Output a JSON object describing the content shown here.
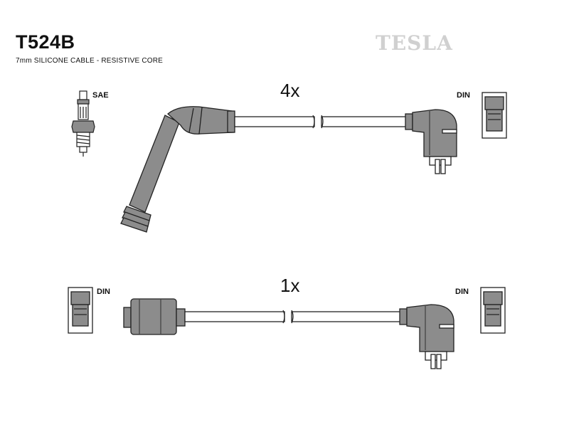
{
  "header": {
    "part_code": "T524B",
    "cable_spec": "7mm SILICONE CABLE - RESISTIVE CORE",
    "brand": "TESLA"
  },
  "lead_set_1": {
    "quantity": "4x",
    "end_a": {
      "label": "SAE",
      "connector": "spark-plug-boot"
    },
    "end_b": {
      "label": "DIN",
      "connector": "angled-din-boot"
    }
  },
  "lead_set_2": {
    "quantity": "1x",
    "end_a": {
      "label": "DIN",
      "connector": "straight-din-boot"
    },
    "end_b": {
      "label": "DIN",
      "connector": "angled-din-boot"
    }
  },
  "colors": {
    "boot_fill": "#8c8c8c",
    "outline": "#222222",
    "cable_fill": "#ffffff",
    "watermark": "#d0d0d0"
  }
}
